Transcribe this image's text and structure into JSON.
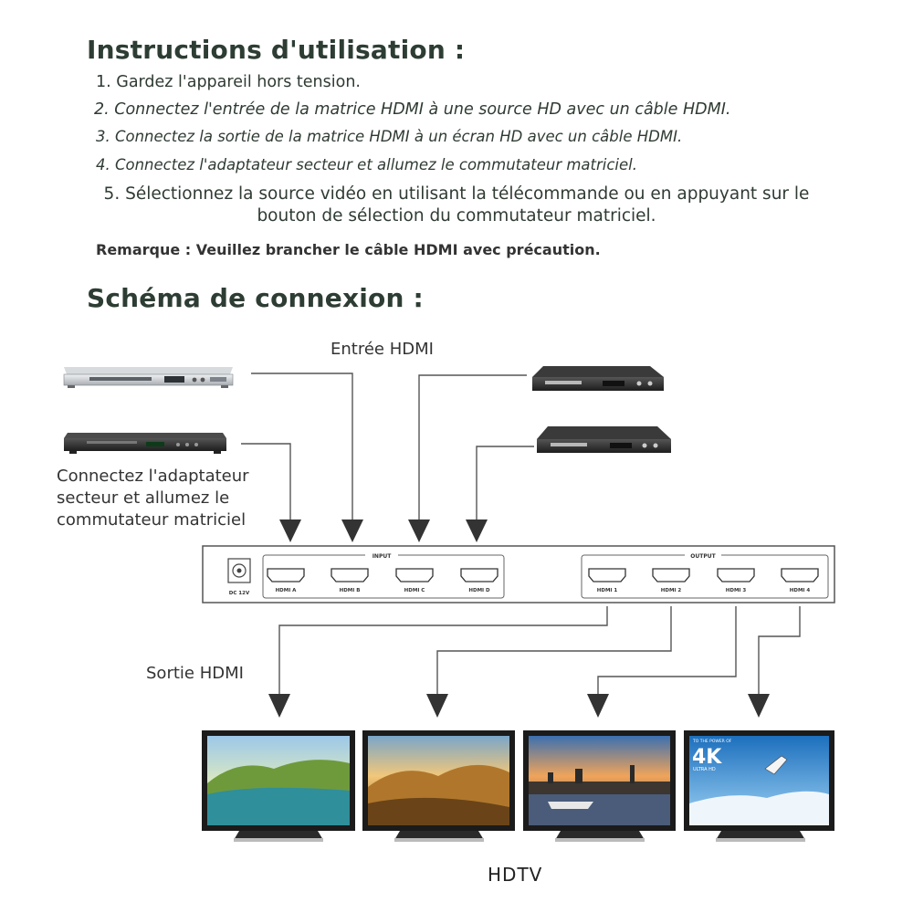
{
  "instructions": {
    "title": "Instructions d'utilisation :",
    "steps": [
      "1. Gardez l'appareil hors tension.",
      "2. Connectez l'entrée de la matrice HDMI à une source HD avec un câble HDMI.",
      "3. Connectez la sortie de la matrice HDMI à un écran HD avec un câble HDMI.",
      "4. Connectez l'adaptateur secteur et allumez le commutateur matriciel."
    ],
    "step5_line1": "5. Sélectionnez la source vidéo en utilisant la télécommande ou en appuyant sur le",
    "step5_line2": "bouton de sélection du commutateur matriciel.",
    "note": "Remarque : Veuillez brancher le câble HDMI avec précaution."
  },
  "schema": {
    "title": "Schéma de connexion :",
    "input_label": "Entrée HDMI",
    "adapter_label_lines": [
      "Connectez l'adaptateur",
      "secteur et allumez le",
      "commutateur matriciel"
    ],
    "output_label": "Sortie HDMI",
    "hdtv_label": "HDTV"
  },
  "device": {
    "power_label": "DC 12V",
    "input_group": "INPUT",
    "output_group": "OUTPUT",
    "inputs": [
      "HDMI A",
      "HDMI B",
      "HDMI C",
      "HDMI D"
    ],
    "outputs": [
      "HDMI 1",
      "HDMI 2",
      "HDMI 3",
      "HDMI 4"
    ]
  },
  "tv4": {
    "small": "TO THE POWER OF",
    "big": "4K",
    "sub": "ULTRA HD"
  }
}
